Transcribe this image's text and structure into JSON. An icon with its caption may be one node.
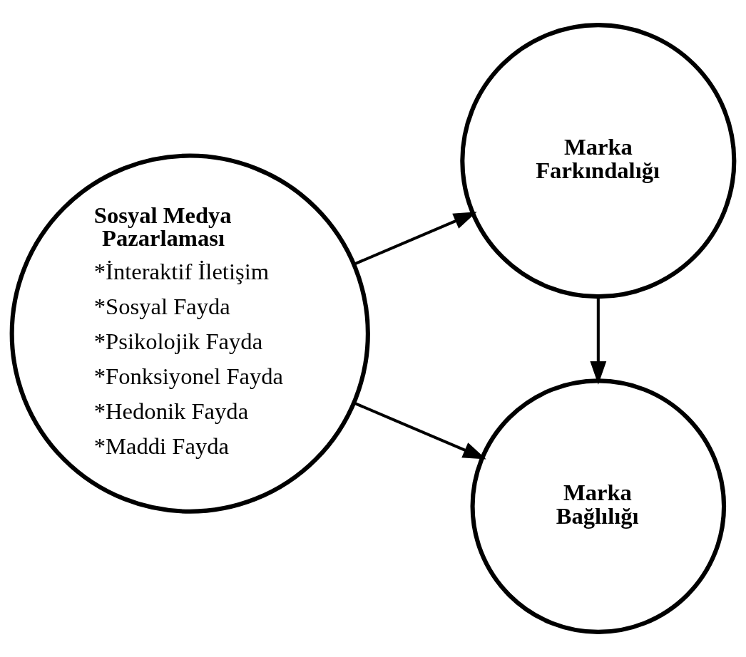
{
  "diagram": {
    "nodes": [
      {
        "text": [
          "Sosyal Medya Pazarlaması",
          "*İnteraktif İletişim",
          "*Sosyal Fayda",
          "*Psikolojik Fayda",
          "*Fonksiyonel Fayda",
          "*Hedonik Fayda",
          "*Maddi Fayda"
        ]
      },
      {
        "text": [
          "Marka Bağlılığı"
        ]
      },
      {
        "text": [
          "Marka Farkındalığı"
        ]
      }
    ],
    "edges": [
      {
        "from": 0,
        "to": 1,
        "arrow": "to"
      },
      {
        "from": 0,
        "to": 2,
        "arrow": "to"
      },
      {
        "from": 2,
        "to": 1,
        "arrow": "to"
      }
    ]
  }
}
